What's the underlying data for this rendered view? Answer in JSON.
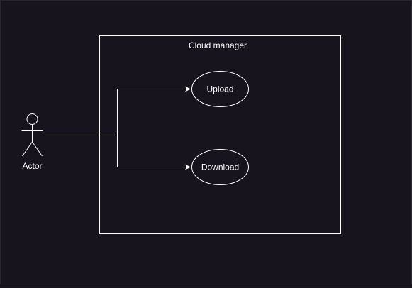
{
  "diagram": {
    "colors": {
      "background": "#18141d",
      "stroke": "#ffffff",
      "text": "#ffffff"
    },
    "system": {
      "label": "Cloud manager"
    },
    "actor": {
      "label": "Actor"
    },
    "use_cases": [
      {
        "label": "Upload"
      },
      {
        "label": "Download"
      }
    ]
  }
}
